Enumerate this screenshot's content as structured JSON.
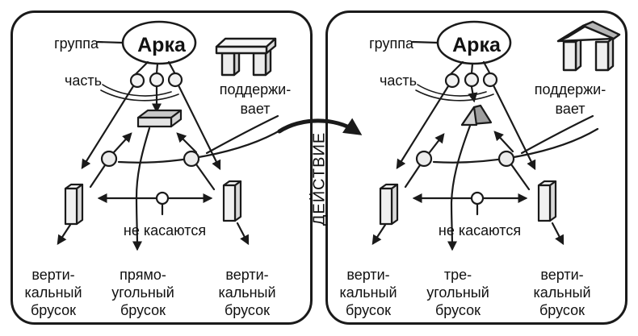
{
  "figure": {
    "action_label": "ДЕЙСТВИЕ",
    "panels": [
      {
        "name": "before",
        "group_label": "группа",
        "concept_label": "Арка",
        "part_label": "часть",
        "supports_line1": "поддержи-",
        "supports_line2": "вает",
        "not_touch_label": "не касаются",
        "icon": "table",
        "lintel": "rectangular-bar",
        "labels": {
          "left": [
            "верти-",
            "кальный",
            "брусок"
          ],
          "middle": [
            "прямо-",
            "угольный",
            "брусок"
          ],
          "right": [
            "верти-",
            "кальный",
            "брусок"
          ]
        }
      },
      {
        "name": "after",
        "group_label": "группа",
        "concept_label": "Арка",
        "part_label": "часть",
        "supports_line1": "поддержи-",
        "supports_line2": "вает",
        "not_touch_label": "не касаются",
        "icon": "arch",
        "lintel": "triangular-bar",
        "labels": {
          "left": [
            "верти-",
            "кальный",
            "брусок"
          ],
          "middle": [
            "тре-",
            "угольный",
            "брусок"
          ],
          "right": [
            "верти-",
            "кальный",
            "брусок"
          ]
        }
      }
    ],
    "colors": {
      "ink": "#1a1a1a",
      "node_fill": "#f2f2f2",
      "relation_fill": "#ececec",
      "bar_front": "#f1f1f1",
      "bar_side": "#d9d9d9",
      "box_top": "#c9c9c9",
      "box_front": "#e3e3e3",
      "wedge_top": "#9e9e9e",
      "wedge_front": "#d2d2d2",
      "roof_side": "#b5b5b5"
    }
  }
}
